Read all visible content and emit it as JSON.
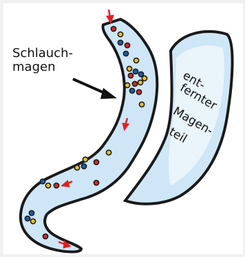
{
  "labels": {
    "sleeve_line1": "Schlauch-",
    "sleeve_line2": "magen",
    "removed_line1": "ent-",
    "removed_line2": "fernter",
    "removed_line3": "Magen-",
    "removed_line4": "teil"
  },
  "colors": {
    "outline": "#1a1a1a",
    "stomach_fill": "#cfe6f6",
    "stomach_light": "#e8f3fb",
    "arrow_red": "#e02020",
    "dot_yellow": "#e8c12a",
    "dot_blue": "#1f5fa8",
    "dot_red": "#d42a2a"
  }
}
